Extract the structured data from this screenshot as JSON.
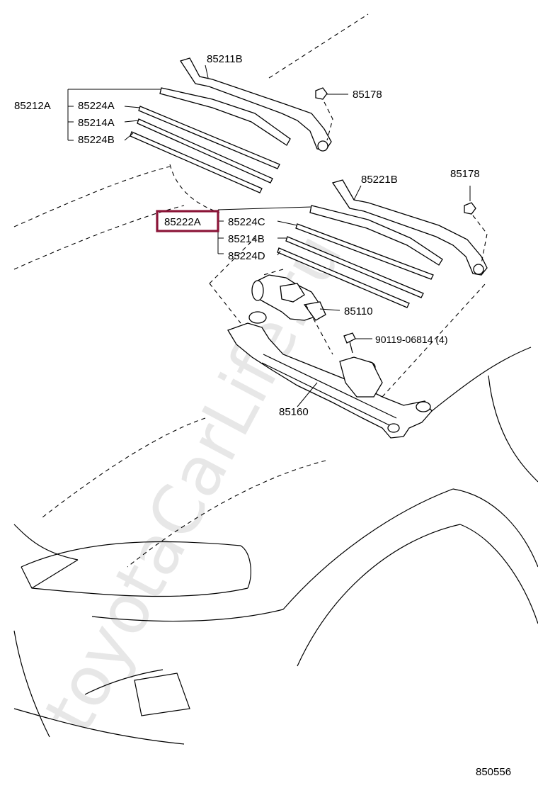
{
  "highlight_color": "#8b1538",
  "watermark": "toyotaCarLife.ru",
  "diagram_code": "850556",
  "parts": {
    "rear_arm": "85211B",
    "clip_1": "85178",
    "blade_assy_left": "85212A",
    "rubber_left_a": "85224A",
    "insert_left": "85214A",
    "rubber_left_b": "85224B",
    "front_arm": "85221B",
    "clip_2": "85178",
    "blade_assy_right": "85222A",
    "rubber_right_c": "85224C",
    "insert_right": "85214B",
    "rubber_right_d": "85224D",
    "motor": "85110",
    "bolt": "90119-06814 (4)",
    "link": "85160"
  }
}
